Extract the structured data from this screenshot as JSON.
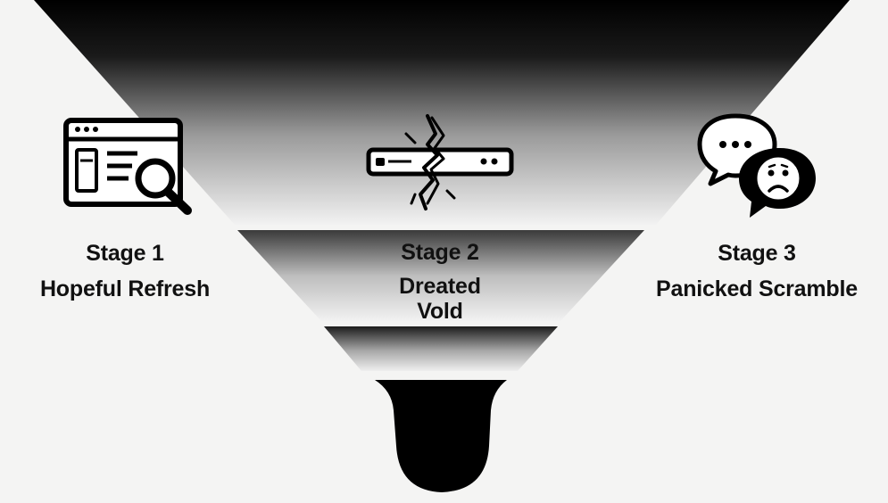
{
  "stages": [
    {
      "stage": "Stage 1",
      "title": "Hopeful Refresh",
      "icon": "browser-search-icon"
    },
    {
      "stage": "Stage 2",
      "title_line1": "Dreated",
      "title_line2": "Vold",
      "icon": "cracked-progress-bar-icon"
    },
    {
      "stage": "Stage 3",
      "title": "Panicked Scramble",
      "icon": "chat-bubbles-sad-face-icon"
    }
  ],
  "colors": {
    "background": "#f4f4f3",
    "funnel_dark": "#000000",
    "funnel_light": "#f0f0f0",
    "ink": "#111111"
  }
}
